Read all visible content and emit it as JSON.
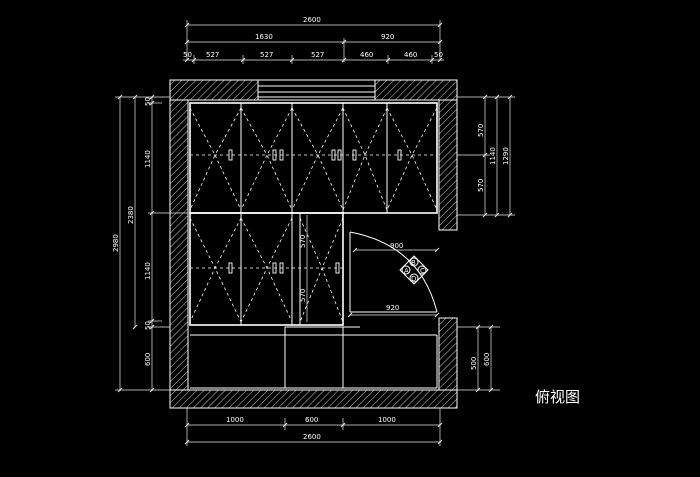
{
  "title": "俯视图",
  "dims": {
    "top_total": "2600",
    "top_left_group": "1630",
    "top_right_group": "920",
    "top_left_small": "50",
    "top_seg_1": "527",
    "top_seg_2": "527",
    "top_seg_3": "527",
    "top_seg_4": "460",
    "top_seg_5": "460",
    "top_right_small": "50",
    "left_total": "2980",
    "left_mid": "2380",
    "left_upper": "1140",
    "left_lower": "1140",
    "left_top_small": "50",
    "left_bottom_small": "50",
    "left_bottom": "600",
    "mid_upper_570": "570",
    "mid_lower_570": "570",
    "door_900": "900",
    "door_920": "920",
    "right_upper_1": "570",
    "right_upper_2": "570",
    "right_upper_1140": "1140",
    "right_upper_1290": "1290",
    "right_lower_500": "500",
    "right_lower_600": "600",
    "bottom_1": "1000",
    "bottom_2": "600",
    "bottom_3": "1000",
    "bottom_total": "2600"
  },
  "door_marker": {
    "A": "A",
    "B": "B",
    "C": "C",
    "D": "D"
  }
}
